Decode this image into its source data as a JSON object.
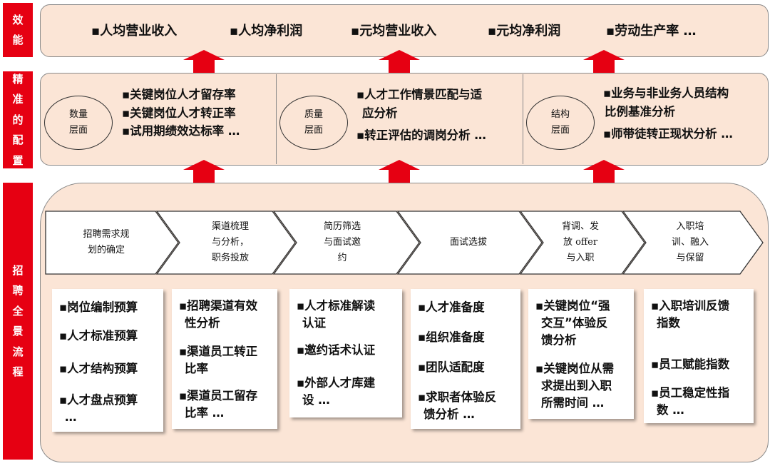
{
  "side_labels": {
    "efficiency": "效能",
    "allocation": "精准的配置",
    "process": "招聘全景流程"
  },
  "efficiency_metrics": [
    "▪人均营业收入",
    "▪人均净利润",
    "▪元均营业收入",
    "▪元均净利润",
    "▪劳动生产率 …"
  ],
  "allocation": [
    {
      "circle": [
        "数量",
        "层面"
      ],
      "items": [
        "▪关键岗位人才留存率",
        "▪关键岗位人才转正率",
        "▪试用期绩效达标率 …"
      ]
    },
    {
      "circle": [
        "质量",
        "层面"
      ],
      "items": [
        "▪人才工作情景匹配与适",
        "应分析",
        "▪转正评估的调岗分析 …"
      ]
    },
    {
      "circle": [
        "结构",
        "层面"
      ],
      "items": [
        "▪业务与非业务人员结构",
        "比例基准分析",
        "▪师带徒转正现状分析 …"
      ]
    }
  ],
  "process_steps": [
    {
      "lines": [
        "招聘需求规",
        "划的确定"
      ]
    },
    {
      "lines": [
        "渠道梳理",
        "与分析，",
        "职务投放"
      ]
    },
    {
      "lines": [
        "简历筛选",
        "与面试邀",
        "约"
      ]
    },
    {
      "lines": [
        "面试选拔"
      ]
    },
    {
      "lines": [
        "背调、发",
        "放 offer",
        "与入职"
      ]
    },
    {
      "lines": [
        "入职培",
        "训、融入",
        "与保留"
      ]
    }
  ],
  "process_boxes": [
    {
      "items": [
        [
          "▪岗位编制预算"
        ],
        [
          "▪人才标准预算"
        ],
        [
          "▪人才结构预算"
        ],
        [
          "▪人才盘点预算",
          "…"
        ]
      ]
    },
    {
      "items": [
        [
          "▪招聘渠道有效",
          "性分析"
        ],
        [
          "▪渠道员工转正",
          "比率"
        ],
        [
          "▪渠道员工留存",
          "比率 …"
        ]
      ]
    },
    {
      "items": [
        [
          "▪人才标准解读",
          "认证"
        ],
        [
          "▪邀约话术认证"
        ],
        [
          "▪外部人才库建",
          "设 …"
        ]
      ]
    },
    {
      "items": [
        [
          "▪人才准备度"
        ],
        [
          "▪组织准备度"
        ],
        [
          "▪团队适配度"
        ],
        [
          "▪求职者体验反",
          "馈分析 …"
        ]
      ]
    },
    {
      "items": [
        [
          "▪关键岗位“强",
          "交互”体验反",
          "馈分析"
        ],
        [
          "▪关键岗位从需",
          "求提出到入职",
          "所需时间 …"
        ]
      ]
    },
    {
      "items": [
        [
          "▪入职培训反馈",
          "指数"
        ],
        [
          "▪员工赋能指数"
        ],
        [
          "▪员工稳定性指",
          "数 …"
        ]
      ]
    }
  ],
  "colors": {
    "accent_red": "#e60012",
    "panel_fill": "#fbe5d6"
  }
}
